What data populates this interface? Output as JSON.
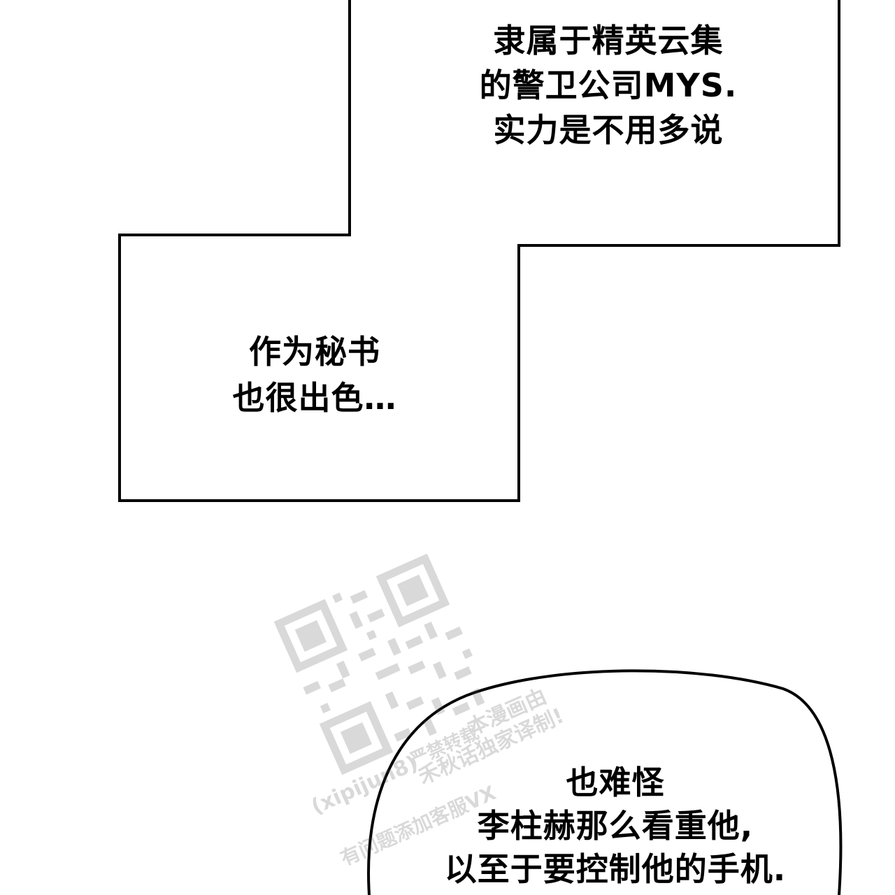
{
  "captions": {
    "top": {
      "lines": [
        "隶属于精英云集",
        "的警卫公司MYS.",
        "实力是不用多说"
      ]
    },
    "middle": {
      "lines": [
        "作为秘书",
        "也很出色…"
      ]
    },
    "bubble": {
      "lines": [
        "也难怪",
        "李柱赫那么看重他,",
        "以至于要控制他的手机."
      ]
    }
  },
  "watermark": {
    "line_1": "本漫画由",
    "line_2": "禾秋话独家译制!",
    "line_3": "(xipijun8)",
    "line_4": "严禁转载",
    "line_5": "有问题添加客服VX"
  },
  "colors": {
    "ink": "#000000",
    "paper": "#ffffff",
    "watermark": "#555555"
  }
}
